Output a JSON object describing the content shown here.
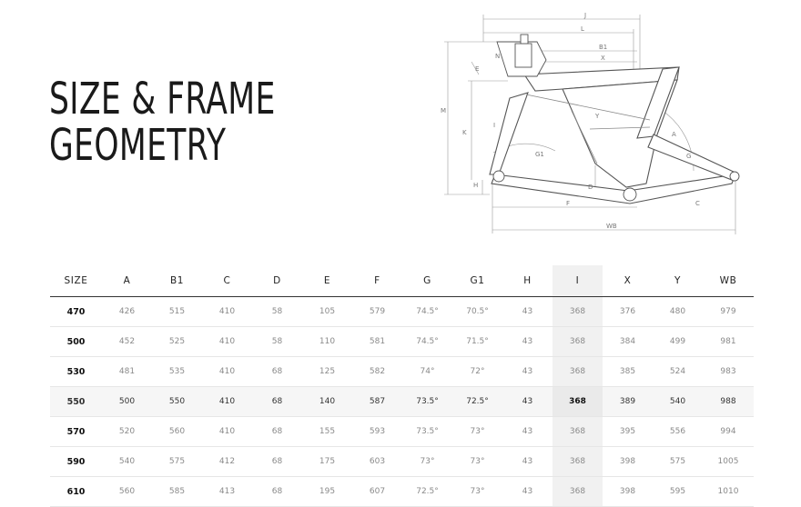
{
  "title": {
    "line1": "SIZE & FRAME",
    "line2": "GEOMETRY"
  },
  "diagram_labels": [
    "J",
    "L",
    "B1",
    "X",
    "N",
    "E",
    "M",
    "K",
    "I",
    "Y",
    "A",
    "G",
    "G1",
    "D",
    "H",
    "F",
    "C",
    "WB"
  ],
  "table": {
    "columns": [
      "SIZE",
      "A",
      "B1",
      "C",
      "D",
      "E",
      "F",
      "G",
      "G1",
      "H",
      "I",
      "X",
      "Y",
      "WB"
    ],
    "highlight_column": "I",
    "highlight_row": "550",
    "rows": [
      [
        "470",
        "426",
        "515",
        "410",
        "58",
        "105",
        "579",
        "74.5°",
        "70.5°",
        "43",
        "368",
        "376",
        "480",
        "979"
      ],
      [
        "500",
        "452",
        "525",
        "410",
        "58",
        "110",
        "581",
        "74.5°",
        "71.5°",
        "43",
        "368",
        "384",
        "499",
        "981"
      ],
      [
        "530",
        "481",
        "535",
        "410",
        "68",
        "125",
        "582",
        "74°",
        "72°",
        "43",
        "368",
        "385",
        "524",
        "983"
      ],
      [
        "550",
        "500",
        "550",
        "410",
        "68",
        "140",
        "587",
        "73.5°",
        "72.5°",
        "43",
        "368",
        "389",
        "540",
        "988"
      ],
      [
        "570",
        "520",
        "560",
        "410",
        "68",
        "155",
        "593",
        "73.5°",
        "73°",
        "43",
        "368",
        "395",
        "556",
        "994"
      ],
      [
        "590",
        "540",
        "575",
        "412",
        "68",
        "175",
        "603",
        "73°",
        "73°",
        "43",
        "368",
        "398",
        "575",
        "1005"
      ],
      [
        "610",
        "560",
        "585",
        "413",
        "68",
        "195",
        "607",
        "72.5°",
        "73°",
        "43",
        "368",
        "398",
        "595",
        "1010"
      ]
    ]
  }
}
